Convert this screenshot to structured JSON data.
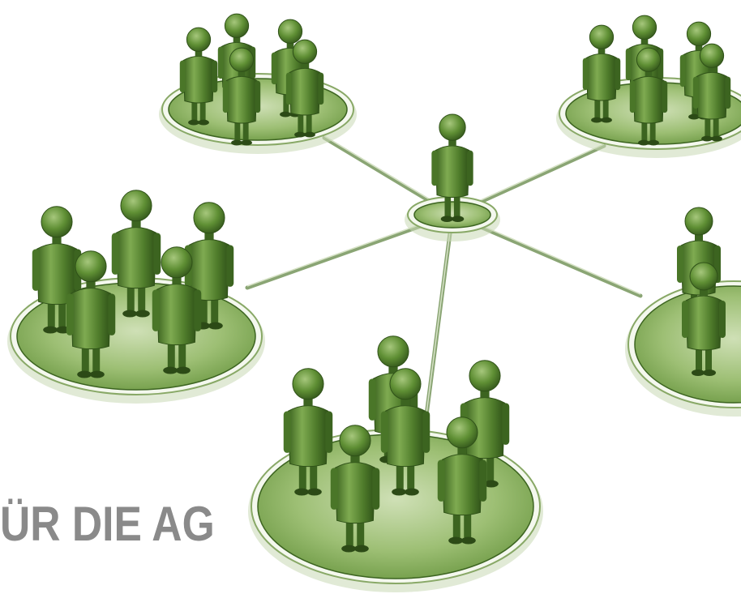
{
  "caption": {
    "text": "ÜR DIE AG"
  },
  "colors": {
    "background": "#ffffff",
    "figure_green": "#5f8f34",
    "figure_dark": "#3c6420",
    "platform_green": "#9dbf74",
    "ring_white": "#f4f8ee",
    "connector": "#6e8f52",
    "caption_gray": "#8a8a8a"
  },
  "scene": {
    "subject": "network-hub-and-groups",
    "center_figures": 1,
    "groups": [
      {
        "id": "top-left",
        "figures": 5
      },
      {
        "id": "top-right",
        "figures": 5
      },
      {
        "id": "mid-left",
        "figures": 5
      },
      {
        "id": "mid-right",
        "figures": 2
      },
      {
        "id": "bottom",
        "figures": 6
      }
    ]
  }
}
